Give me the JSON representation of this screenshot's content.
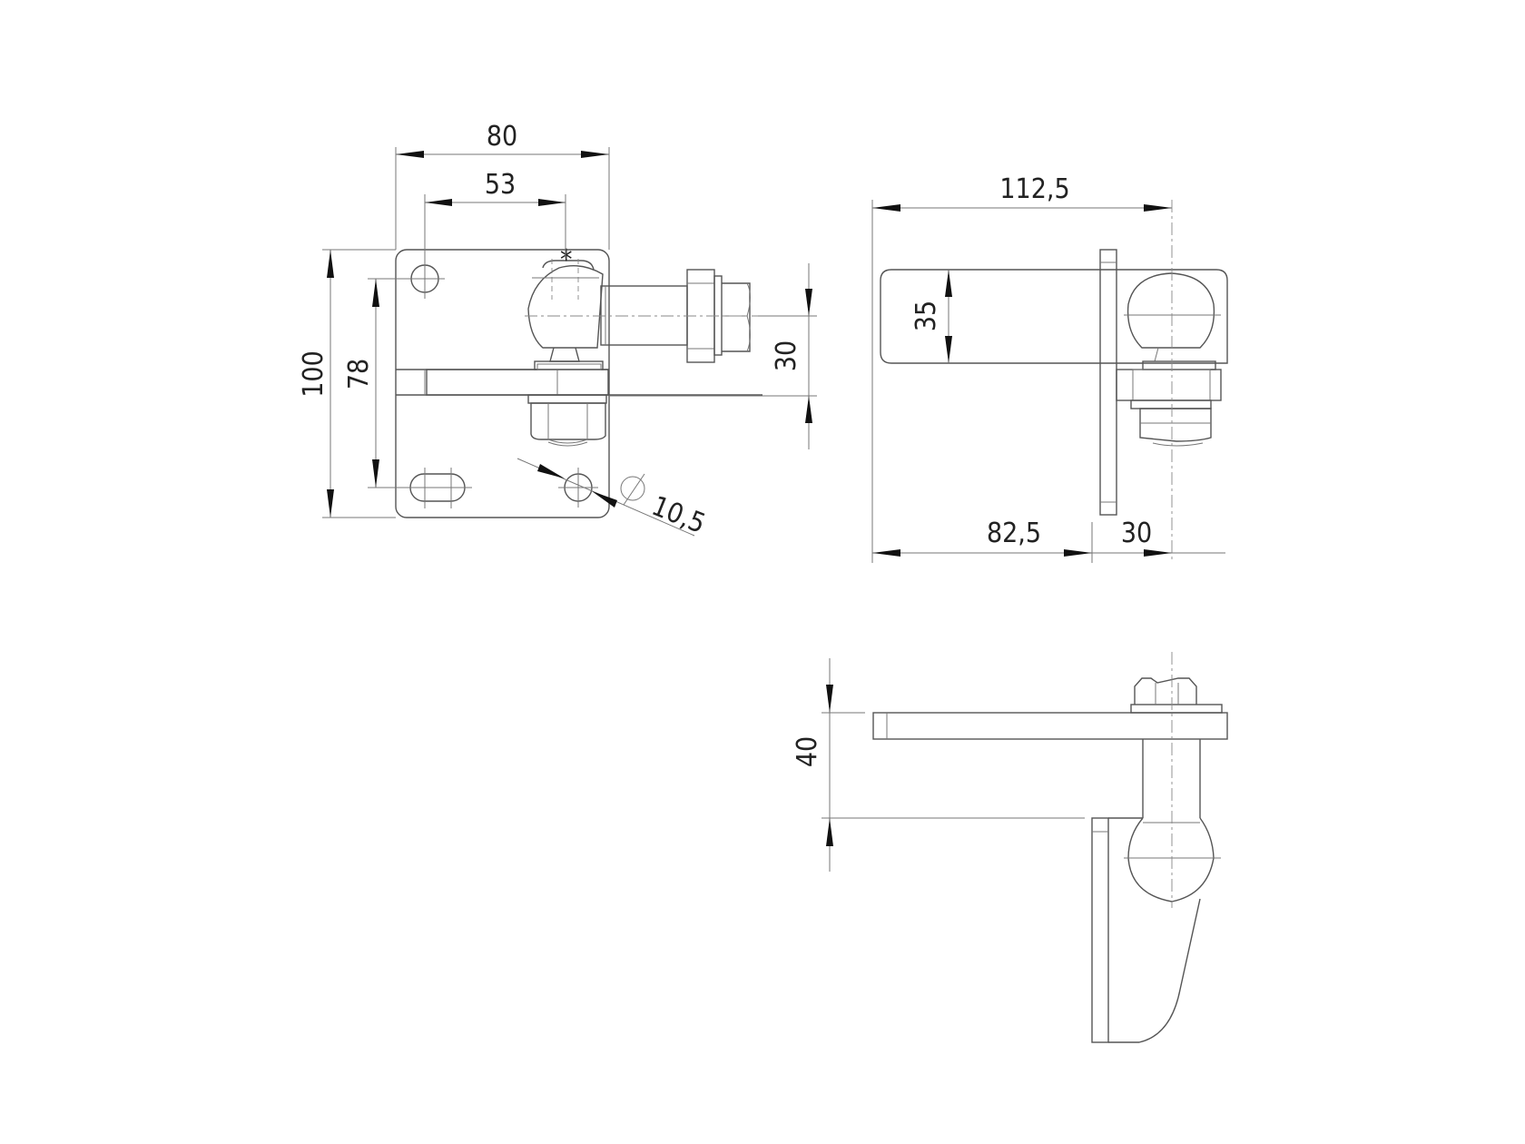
{
  "drawing": {
    "type": "technical-drawing",
    "subject": "adjustable hinge bracket with ball joint",
    "line_color": "#555555",
    "background": "#ffffff",
    "views": {
      "front": {
        "dimensions": {
          "overall_width": "80",
          "hole_spacing_horizontal": "53",
          "overall_height": "100",
          "hole_spacing_vertical": "78",
          "pin_offset": "30",
          "hole_diameter": "10,5"
        },
        "diameter_symbol": "⌀"
      },
      "side": {
        "dimensions": {
          "overall_length": "112,5",
          "arm_height": "35",
          "arm_length": "82,5",
          "pivot_offset": "30"
        }
      },
      "top": {
        "dimensions": {
          "height_offset": "40"
        }
      }
    }
  }
}
